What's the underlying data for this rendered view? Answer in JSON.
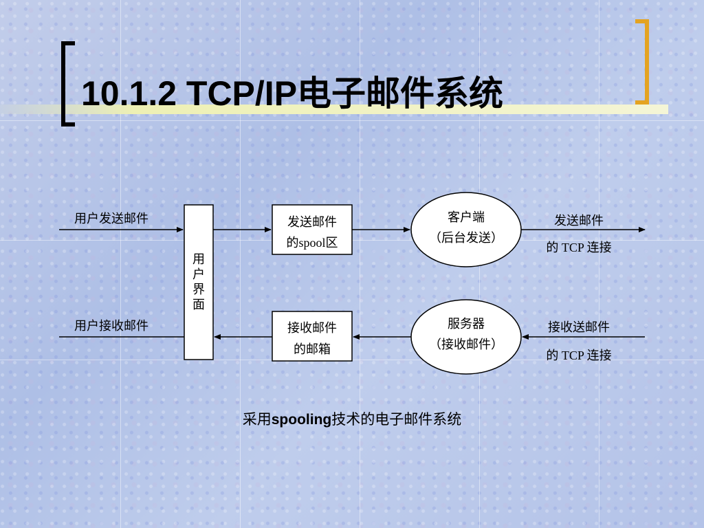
{
  "title": "10.1.2  TCP/IP电子邮件系统",
  "diagram": {
    "user_send_mail": "用户发送邮件",
    "user_receive_mail": "用户接收邮件",
    "user_interface_chars": [
      "用",
      "户",
      "界",
      "面"
    ],
    "send_spool_line1": "发送邮件",
    "send_spool_line2": "的spool区",
    "client_line1": "客户端",
    "client_line2": "（后台发送）",
    "send_tcp_line1": "发送邮件",
    "send_tcp_line2": "的 TCP 连接",
    "receive_box_line1": "接收邮件",
    "receive_box_line2": "的邮箱",
    "server_line1": "服务器",
    "server_line2": "（接收邮件）",
    "receive_tcp_line1": "接收送邮件",
    "receive_tcp_line2": "的 TCP 连接"
  },
  "caption": {
    "prefix": "采用",
    "bold": "spooling",
    "suffix": "技术的电子邮件系统"
  },
  "colors": {
    "background": "#b7c6e6",
    "bracket_left": "#000000",
    "bracket_right": "#e4a321",
    "title_bar": "#eef0b4"
  }
}
